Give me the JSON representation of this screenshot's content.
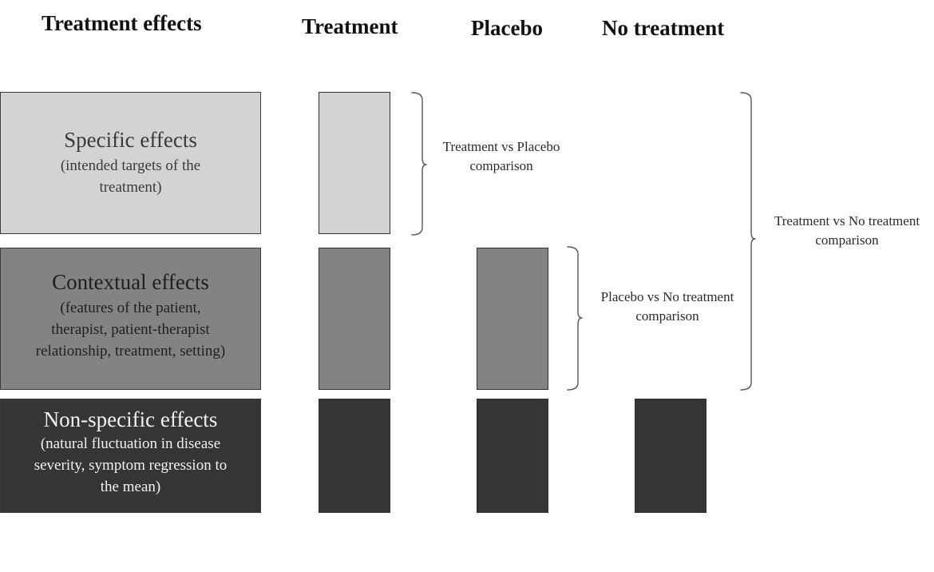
{
  "headers": {
    "effects": "Treatment effects",
    "treatment": "Treatment",
    "placebo": "Placebo",
    "no_treatment": "No treatment"
  },
  "effects": {
    "specific": {
      "title": "Specific effects",
      "subtitle_lines": [
        "(intended targets of the",
        "treatment)"
      ]
    },
    "contextual": {
      "title": "Contextual effects",
      "subtitle_lines": [
        "(features of the patient,",
        "therapist, patient-therapist",
        "relationship, treatment, setting)"
      ]
    },
    "nonspecific": {
      "title": "Non-specific effects",
      "subtitle_lines": [
        "(natural fluctuation in disease",
        "severity, symptom regression to",
        "the mean)"
      ]
    }
  },
  "comparisons": {
    "treatment_vs_placebo": [
      "Treatment vs Placebo",
      "comparison"
    ],
    "placebo_vs_none": [
      "Placebo vs No treatment",
      "comparison"
    ],
    "treatment_vs_none": [
      "Treatment vs No treatment",
      "comparison"
    ]
  },
  "colors": {
    "specific": "#d3d3d3",
    "contextual": "#838383",
    "nonspecific": "#353535",
    "border": "#333333",
    "brace": "#555555"
  }
}
